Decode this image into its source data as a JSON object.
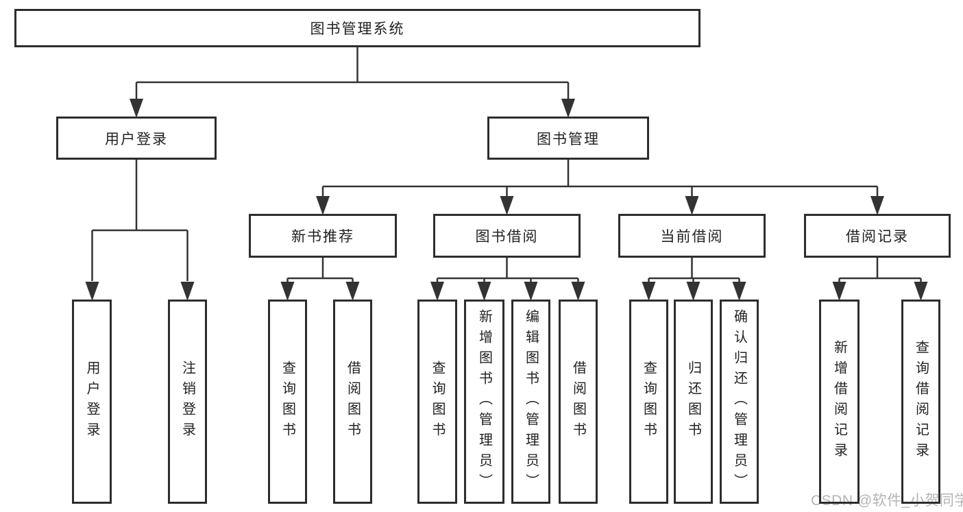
{
  "tree": {
    "root": {
      "label": "图书管理系统",
      "children": [
        {
          "label": "用户登录",
          "children": [
            {
              "label": "用户登录"
            },
            {
              "label": "注销登录"
            }
          ]
        },
        {
          "label": "图书管理",
          "children": [
            {
              "label": "新书推荐",
              "children": [
                {
                  "label": "查询图书"
                },
                {
                  "label": "借阅图书"
                }
              ]
            },
            {
              "label": "图书借阅",
              "children": [
                {
                  "label": "查询图书"
                },
                {
                  "label": "新增图书（管理员）"
                },
                {
                  "label": "编辑图书（管理员）"
                },
                {
                  "label": "借阅图书"
                }
              ]
            },
            {
              "label": "当前借阅",
              "children": [
                {
                  "label": "查询图书"
                },
                {
                  "label": "归还图书"
                },
                {
                  "label": "确认归还（管理员）"
                }
              ]
            },
            {
              "label": "借阅记录",
              "children": [
                {
                  "label": "新增借阅记录"
                },
                {
                  "label": "查询借阅记录"
                }
              ]
            }
          ]
        }
      ]
    }
  },
  "watermark": {
    "text": "CSDN @软件_小贺同学"
  },
  "colors": {
    "background": "#ffffff",
    "box_fill": "#ffffff",
    "box_border": "#2d2d2d",
    "line": "#333333",
    "text": "#222222",
    "watermark": "#b4b4b4"
  }
}
